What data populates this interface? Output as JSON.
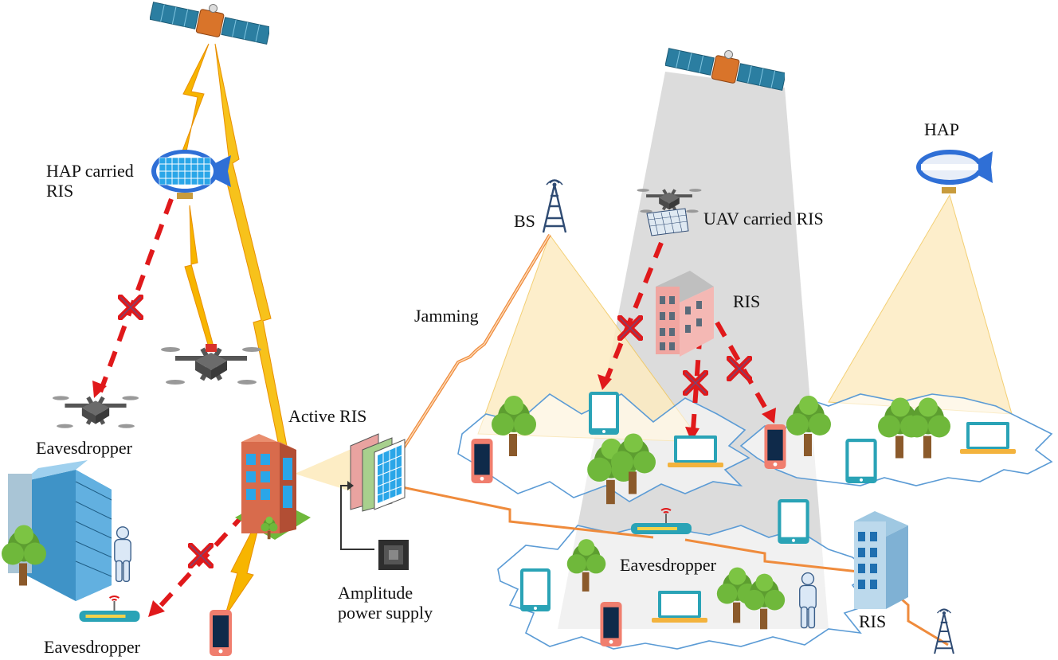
{
  "labels": {
    "hap_ris_line1": "HAP carried",
    "hap_ris_line2": "RIS",
    "eavesdropper_uav": "Eavesdropper",
    "eavesdropper_left": "Eavesdropper",
    "active_ris": "Active RIS",
    "amplitude_line1": "Amplitude",
    "amplitude_line2": "power supply",
    "jamming": "Jamming",
    "bs": "BS",
    "uav_ris": "UAV carried RIS",
    "ris_building": "RIS",
    "hap_right": "HAP",
    "eavesdropper_center": "Eavesdropper",
    "ris_bottom": "RIS"
  },
  "colors": {
    "beam_fill": "#fdecc2",
    "coverage_cone": "#d6d6d6",
    "blocked_link": "#e0191b",
    "lightning": "#f7b500",
    "jamming_link": "#ef8b3c",
    "cell_outline": "#5b9bd5",
    "tree": "#6aa839",
    "phone": "#f07e6e",
    "tablet": "#2aa3b6"
  }
}
